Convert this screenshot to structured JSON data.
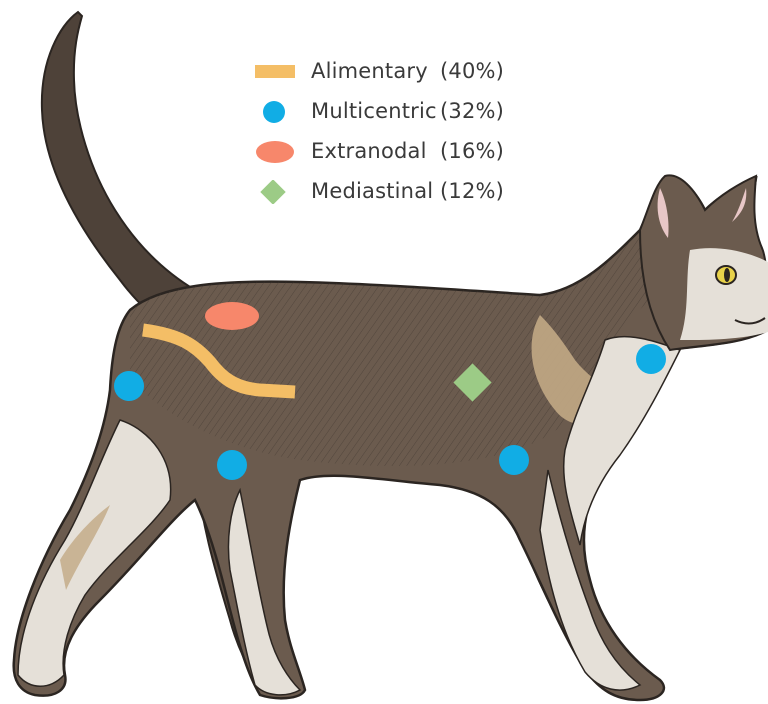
{
  "legend": {
    "items": [
      {
        "name": "Alimentary",
        "percent": "(40%)",
        "color": "#F4BE66",
        "shape": "band"
      },
      {
        "name": "Multicentric",
        "percent": "(32%)",
        "color": "#11ADE5",
        "shape": "circle"
      },
      {
        "name": "Extranodal",
        "percent": "(16%)",
        "color": "#F7876B",
        "shape": "ellipse"
      },
      {
        "name": "Mediastinal",
        "percent": "(12%)",
        "color": "#9CCB86",
        "shape": "diamond"
      }
    ]
  },
  "illustration": {
    "subject": "cat-walking",
    "colors": {
      "coat": "#6B5B4E",
      "coat_dark": "#4E4239",
      "cream": "#E5E0D8",
      "tan": "#C2A985",
      "outline": "#2B2521",
      "eye": "#E8D24A"
    }
  }
}
